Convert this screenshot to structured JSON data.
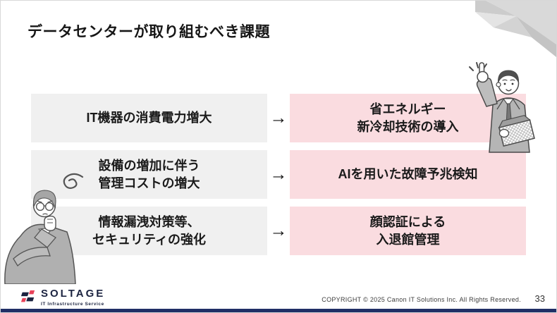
{
  "slide": {
    "title": "データセンターが取り組むべき課題",
    "page_number": "33",
    "copyright": "COPYRIGHT © 2025 Canon IT Solutions Inc. All Rights Reserved."
  },
  "rows": [
    {
      "challenge": "IT機器の消費電力増大",
      "solution": "省エネルギー\n新冷却技術の導入"
    },
    {
      "challenge": "設備の増加に伴う\n管理コストの増大",
      "solution": "AIを用いた故障予兆検知"
    },
    {
      "challenge": "情報漏洩対策等、\nセキュリティの強化",
      "solution": "顔認証による\n入退館管理"
    }
  ],
  "footer": {
    "logo_name": "SOLTAGE",
    "logo_tagline": "IT Infrastructure Service"
  },
  "icons": {
    "arrow": "→"
  },
  "colors": {
    "challenge_bg": "#F0F0F0",
    "solution_bg": "#FADCE0",
    "bottom_bar": "#202F66",
    "logo_red": "#E8425A",
    "logo_navy": "#1B2340"
  }
}
